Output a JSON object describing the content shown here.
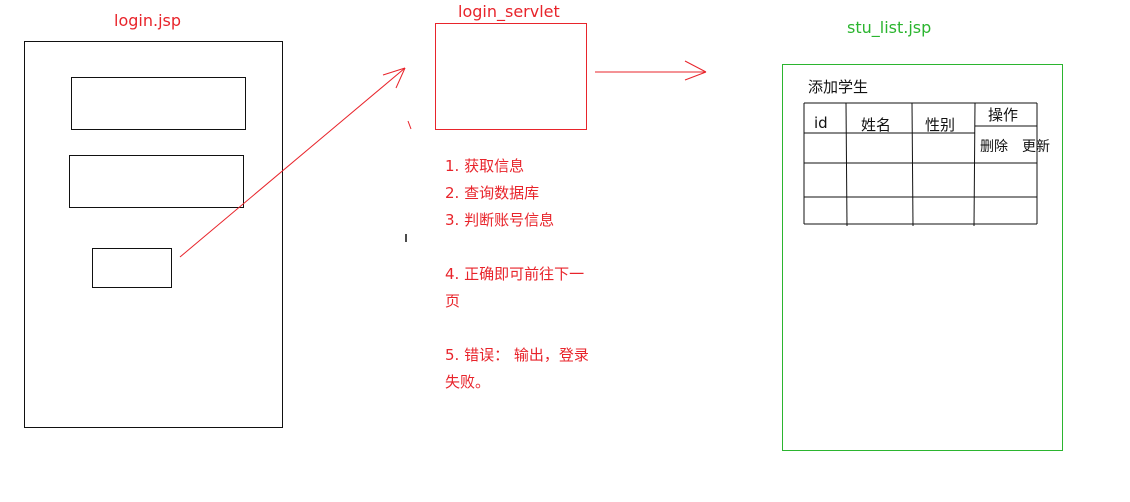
{
  "login_page": {
    "title": "login.jsp"
  },
  "servlet": {
    "title": "login_servlet",
    "steps": [
      "1. 获取信息",
      "2. 查询数据库",
      "3. 判断账号信息",
      "4. 正确即可前往下一",
      "页",
      "5. 错误： 输出，登录",
      "失败。"
    ]
  },
  "student_list": {
    "title": "stu_list.jsp",
    "add_label": "添加学生",
    "headers": [
      "id",
      "姓名",
      "性别",
      "操作"
    ],
    "row_actions": [
      "删除",
      "更新"
    ]
  },
  "colors": {
    "login": "#e8242b",
    "servlet": "#e8242b",
    "list": "#2bb52f",
    "arrow": "#e8242b"
  }
}
